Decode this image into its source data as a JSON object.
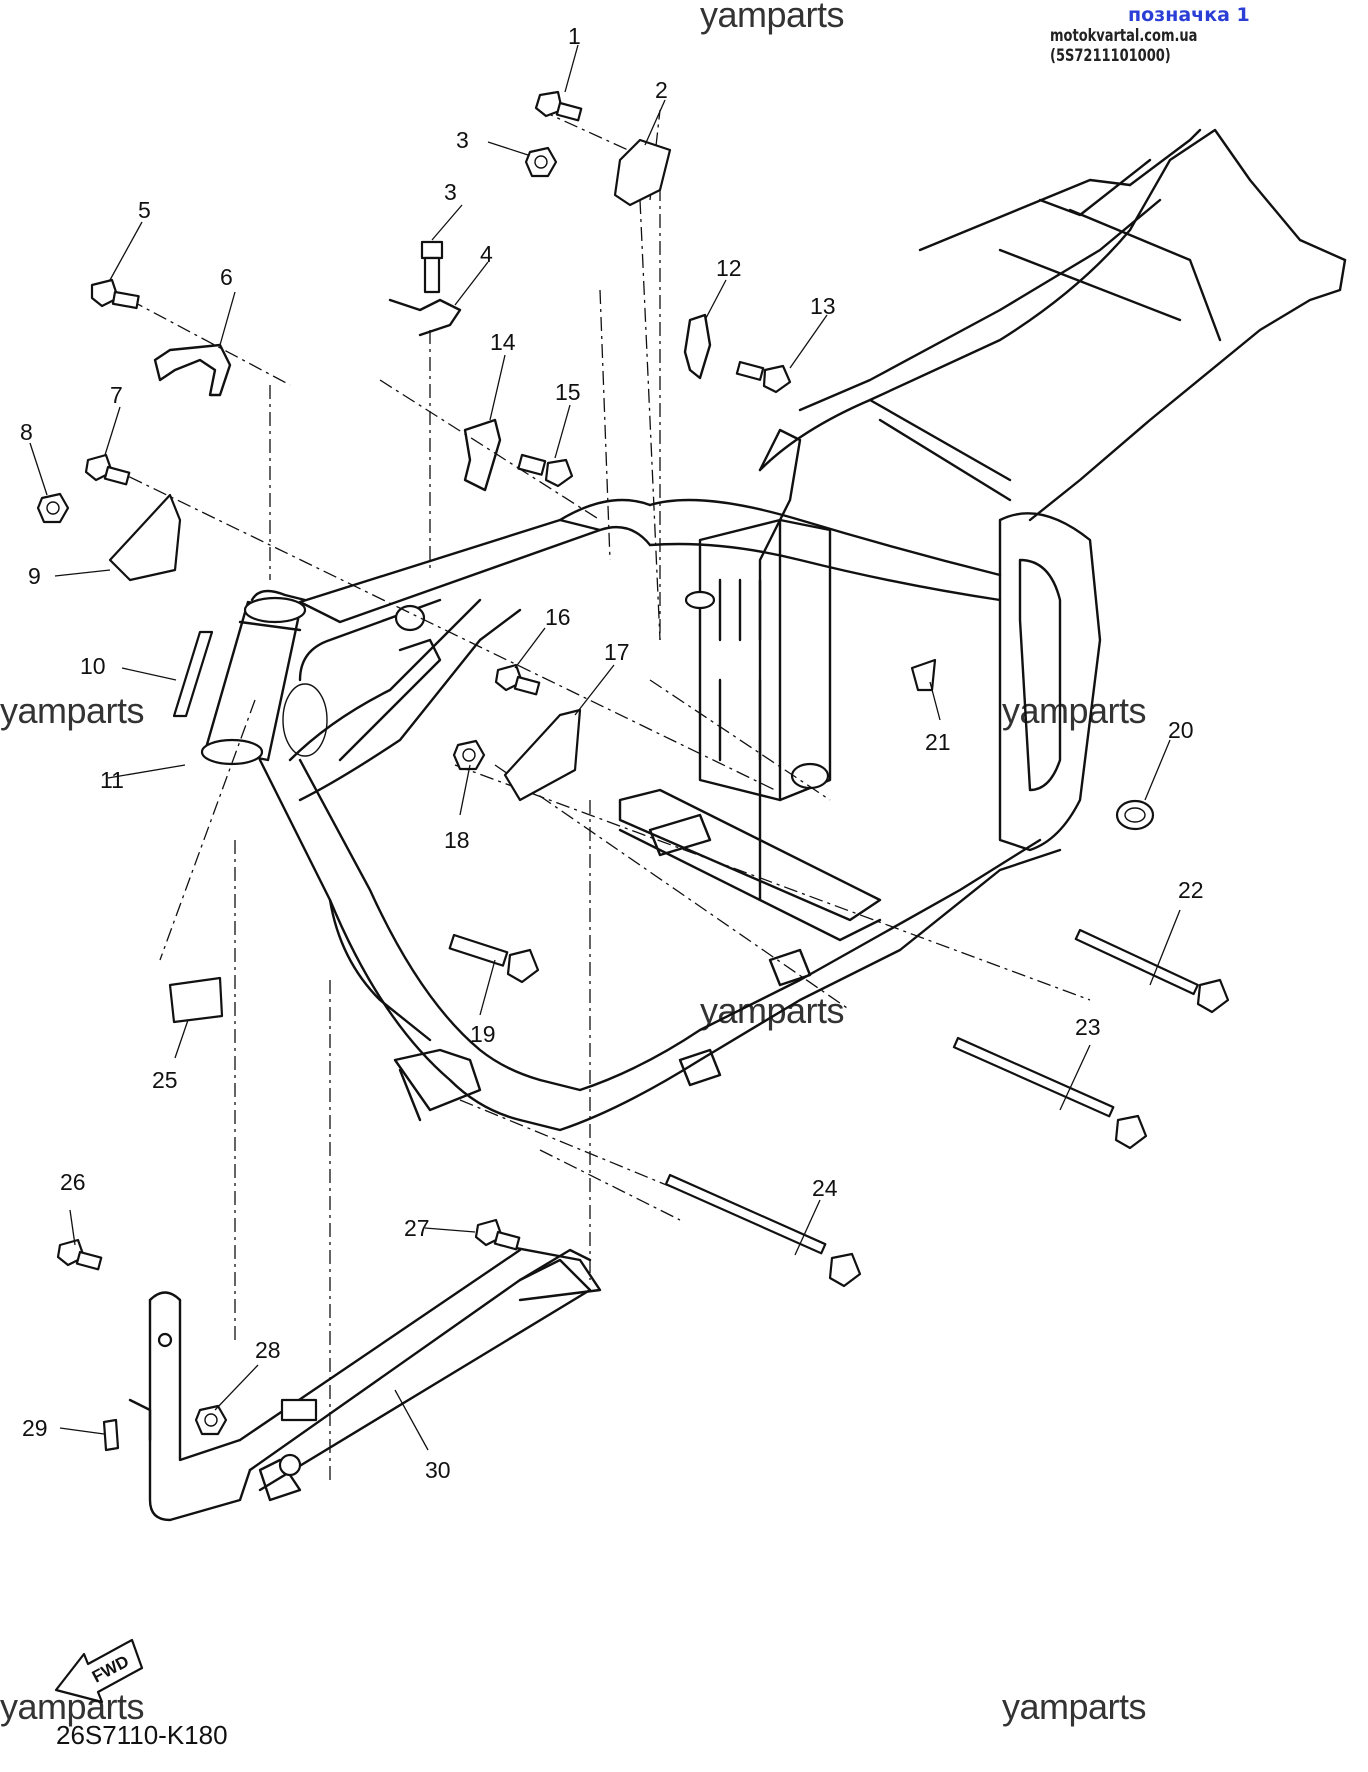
{
  "header": {
    "label": "позначка 1",
    "source": "motokvartal.com.ua (5S7211101000)"
  },
  "watermark": "yamparts",
  "diagram_code": "26S7110-K180",
  "fwd_label": "FWD",
  "callouts": [
    "1",
    "2",
    "3",
    "3",
    "4",
    "5",
    "6",
    "7",
    "8",
    "9",
    "10",
    "11",
    "12",
    "13",
    "14",
    "15",
    "16",
    "17",
    "18",
    "19",
    "20",
    "21",
    "22",
    "23",
    "24",
    "25",
    "26",
    "27",
    "28",
    "29",
    "30"
  ]
}
